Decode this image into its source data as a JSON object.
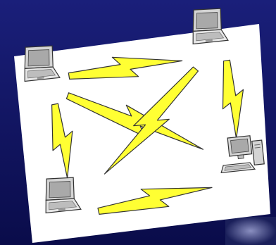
{
  "colors": {
    "background_top": "#1a1f7a",
    "background_bottom": "#0a0c4a",
    "card": "#ffffff",
    "lightning_fill": "#ffff33",
    "lightning_stroke": "#333333",
    "device_body": "#d4d4d4",
    "device_screen": "#a9a9a9"
  },
  "diagram": {
    "nodes": [
      {
        "id": "laptop-top-left",
        "kind": "laptop",
        "icon": "laptop-icon"
      },
      {
        "id": "laptop-top-right",
        "kind": "laptop",
        "icon": "laptop-icon"
      },
      {
        "id": "laptop-bottom-left",
        "kind": "laptop",
        "icon": "laptop-icon"
      },
      {
        "id": "desktop-bottom-right",
        "kind": "desktop",
        "icon": "desktop-computer-icon"
      }
    ],
    "links": [
      {
        "from": "laptop-top-left",
        "to": "laptop-top-right",
        "icon": "lightning-bolt-icon"
      },
      {
        "from": "laptop-top-right",
        "to": "desktop-bottom-right",
        "icon": "lightning-bolt-icon"
      },
      {
        "from": "laptop-top-left",
        "to": "laptop-bottom-left",
        "icon": "lightning-bolt-icon"
      },
      {
        "from": "laptop-bottom-left",
        "to": "desktop-bottom-right",
        "icon": "lightning-bolt-icon"
      },
      {
        "from": "laptop-top-left",
        "to": "desktop-bottom-right",
        "icon": "lightning-bolt-icon"
      },
      {
        "from": "laptop-top-right",
        "to": "laptop-bottom-left",
        "icon": "lightning-bolt-icon"
      }
    ]
  }
}
